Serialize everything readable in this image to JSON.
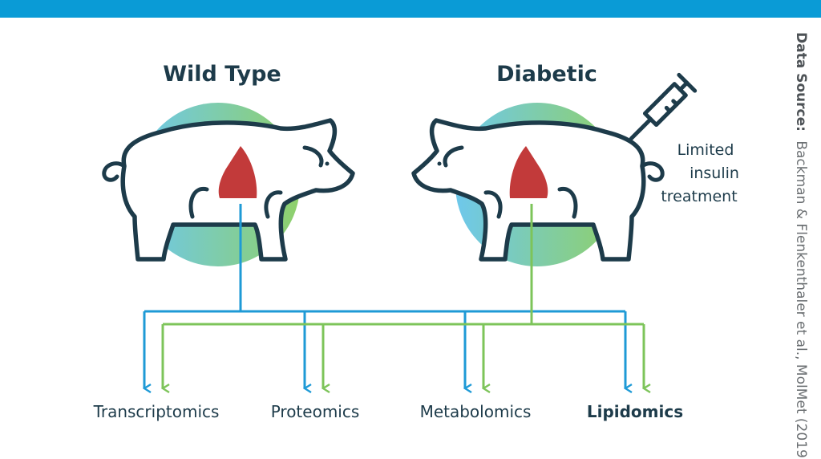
{
  "colors": {
    "top_bar": "#0a9bd6",
    "dark": "#1d3b4a",
    "blue": "#1e9ad6",
    "green": "#7dc45a",
    "organ": "#c23a3a",
    "source_text": "#6b6f72"
  },
  "groups": {
    "wild_type": "Wild Type",
    "diabetic": "Diabetic"
  },
  "annotation": {
    "line1": "Limited",
    "line2": "insulin",
    "line3": "treatment"
  },
  "omics": [
    "Transcriptomics",
    "Proteomics",
    "Metabolomics",
    "Lipidomics"
  ],
  "source": {
    "label": "Data Source:",
    "text": "Backman & Flenkenthaler et al., MolMet (2019)"
  },
  "icons": [
    "pig-icon",
    "pancreas-icon",
    "syringe-icon"
  ]
}
